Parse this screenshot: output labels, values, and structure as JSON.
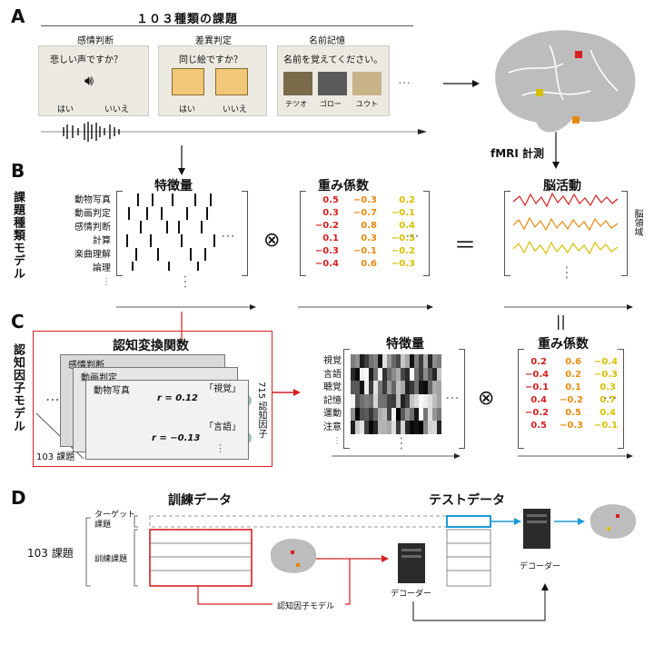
{
  "panel_a": {
    "letter": "A",
    "title": "１０３種類の課題",
    "tasks": [
      {
        "name": "感情判断",
        "prompt": "悲しい声ですか？",
        "options": [
          "はい",
          "いいえ"
        ],
        "icon": "speaker-icon"
      },
      {
        "name": "差異判定",
        "prompt": "同じ絵ですか？",
        "options": [
          "はい",
          "いいえ"
        ],
        "icon": "picture-compare-icon"
      },
      {
        "name": "名前記憶",
        "prompt": "名前を覚えてください。",
        "options": [
          "テツオ",
          "ゴロー",
          "ユウト"
        ],
        "icon": "dog-photo-icon"
      }
    ],
    "ellipsis": "…"
  },
  "panel_b": {
    "letter": "B",
    "row_label": "課題種類モデル",
    "features_title": "特徴量",
    "feature_rows": [
      "動物写真",
      "動画判定",
      "感情判断",
      "計算",
      "楽曲理解",
      "論理"
    ],
    "weights_title": "重み係数",
    "weights": [
      [
        "0.5",
        "−0.3",
        "0.2"
      ],
      [
        "0.3",
        "−0.7",
        "−0.1"
      ],
      [
        "−0.2",
        "0.8",
        "0.4"
      ],
      [
        "0.1",
        "0.3",
        "−0.5"
      ],
      [
        "−0.3",
        "−0.1",
        "−0.2"
      ],
      [
        "−0.4",
        "0.6",
        "−0.3"
      ]
    ],
    "fmri_label": "fMRI 計測",
    "brain_title": "脳活動",
    "voxel_label": "脳領域",
    "otimes": "⊗",
    "equals": "＝"
  },
  "panel_c": {
    "letter": "C",
    "row_label": "認知因子モデル",
    "transform_title": "認知変換関数",
    "stack_labels": [
      "感情判断",
      "動画判定",
      "動物写真"
    ],
    "r_values": [
      "r = 0.12",
      "r = −0.13"
    ],
    "factor_labels": [
      "「視覚」",
      "「言語」"
    ],
    "side_label": "715 認知因子",
    "bottom_label": "103 課題",
    "features_title": "特徴量",
    "feature_rows": [
      "視覚",
      "言語",
      "聴覚",
      "記憶",
      "運動",
      "注意"
    ],
    "weights_title": "重み係数",
    "weights": [
      [
        "0.2",
        "0.6",
        "−0.4"
      ],
      [
        "−0.4",
        "0.2",
        "−0.3"
      ],
      [
        "−0.1",
        "0.1",
        "0.3"
      ],
      [
        "0.4",
        "−0.2",
        "0.7"
      ],
      [
        "−0.2",
        "0.5",
        "0.4"
      ],
      [
        "0.5",
        "−0.3",
        "−0.1"
      ]
    ],
    "parallel": "||"
  },
  "panel_d": {
    "letter": "D",
    "train_title": "訓練データ",
    "test_title": "テストデータ",
    "target_label": "ターゲット\n課題",
    "train_label": "訓練課題",
    "count_label": "103 課題",
    "decoder_label_1": "デコーダー",
    "decoder_label_2": "デコーダー",
    "model_label": "認知因子モデル"
  },
  "colors": {
    "red": "#d72020",
    "orange": "#e88a10",
    "yellow": "#d7bf00",
    "blue": "#1a9ad6",
    "brain": "#b9b9b9"
  }
}
